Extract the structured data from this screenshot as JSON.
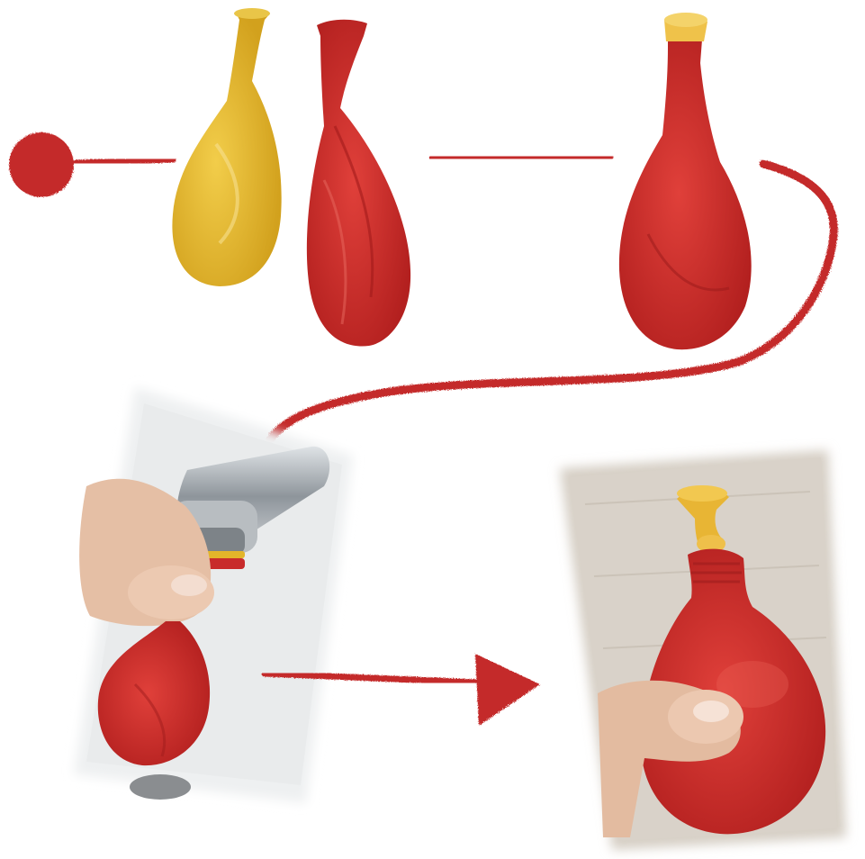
{
  "image": {
    "kind": "photo-collage",
    "panels": [
      "yellow-deflated-balloon",
      "red-deflated-balloon",
      "red-balloon-with-yellow-neck",
      "balloon-filled-at-tap",
      "knotted-water-balloon-in-hand"
    ],
    "colors": {
      "background": "#ffffff",
      "arrow_red": "#c42a2a",
      "balloon_red": "#cf2b2b",
      "balloon_yellow": "#e3b52a",
      "skin": "#e7c3ab",
      "chrome": "#9aa0a6",
      "wall": "#d9d2c9"
    }
  }
}
